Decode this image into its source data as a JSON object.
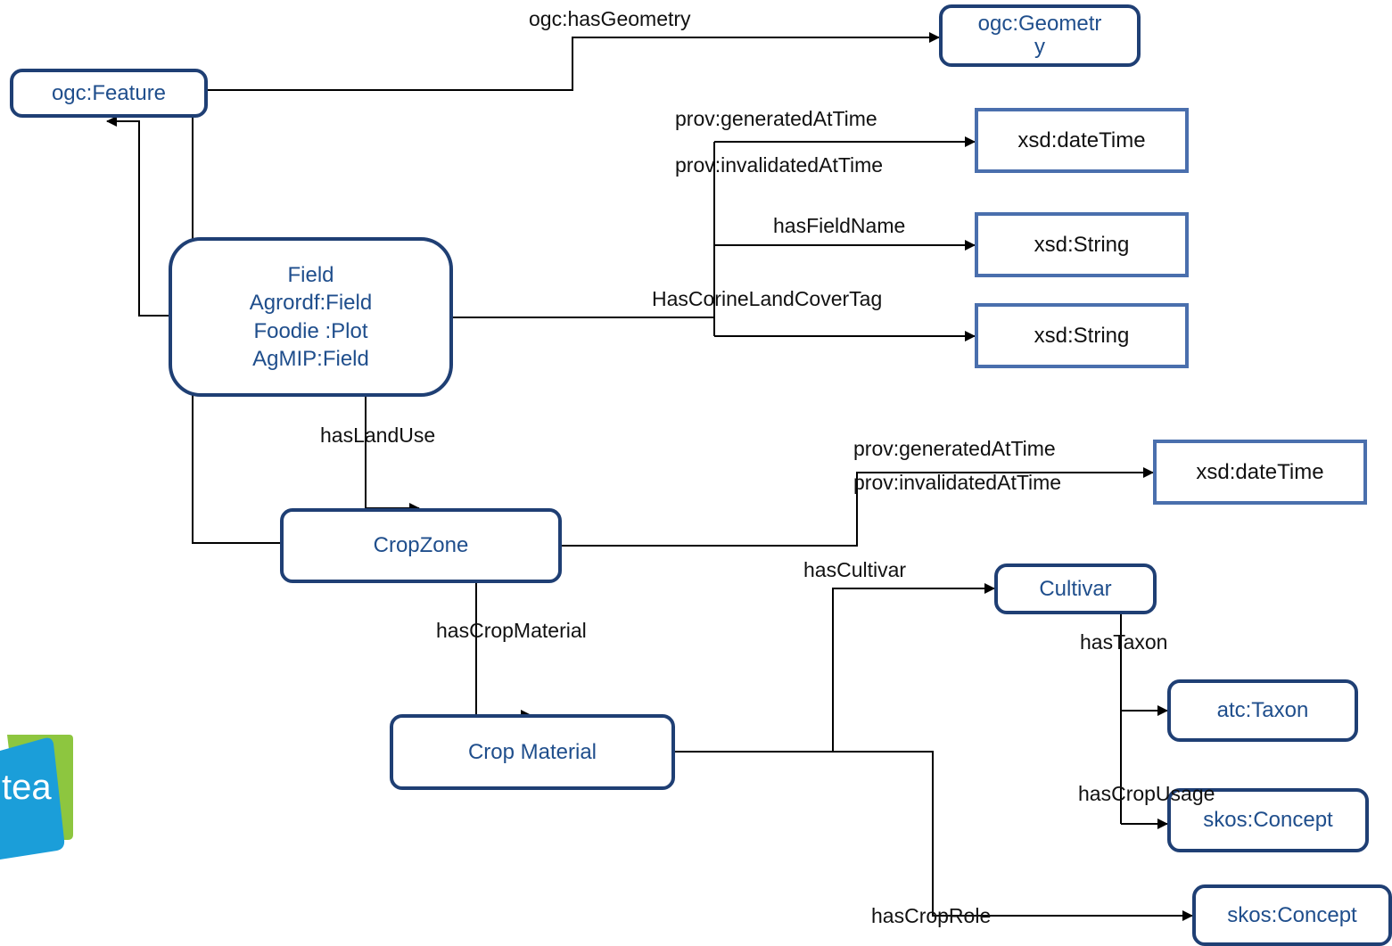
{
  "nodes": {
    "feature": "ogc:Feature",
    "geometry": "ogc:Geometr\ny",
    "field": [
      "Field",
      "Agrordf:Field",
      "Foodie :Plot",
      "AgMIP:Field"
    ],
    "datetime1": "xsd:dateTime",
    "string1": "xsd:String",
    "string2": "xsd:String",
    "cropzone": "CropZone",
    "datetime2": "xsd:dateTime",
    "cultivar": "Cultivar",
    "taxon": "atc:Taxon",
    "cropmaterial": "Crop Material",
    "concept1": "skos:Concept",
    "concept2": "skos:Concept"
  },
  "edges": {
    "hasGeometry": "ogc:hasGeometry",
    "generatedAtTime1": "prov:generatedAtTime",
    "invalidatedAtTime1": "prov:invalidatedAtTime",
    "hasFieldName": "hasFieldName",
    "hasCorine": "HasCorineLandCoverTag",
    "hasLandUse": "hasLandUse",
    "generatedAtTime2": "prov:generatedAtTime",
    "invalidatedAtTime2": "prov:invalidatedAtTime",
    "hasCultivar": "hasCultivar",
    "hasCropMaterial": "hasCropMaterial",
    "hasTaxon": "hasTaxon",
    "hasCropUsage": "hasCropUsage",
    "hasCropRole": "hasCropRole"
  },
  "logo": {
    "text": "tea"
  },
  "colors": {
    "class_border": "#1f3f74",
    "datatype_border": "#4a6fad",
    "text": "#1f4e8c",
    "logo_green": "#8dc63f",
    "logo_blue": "#1b9ed9"
  }
}
